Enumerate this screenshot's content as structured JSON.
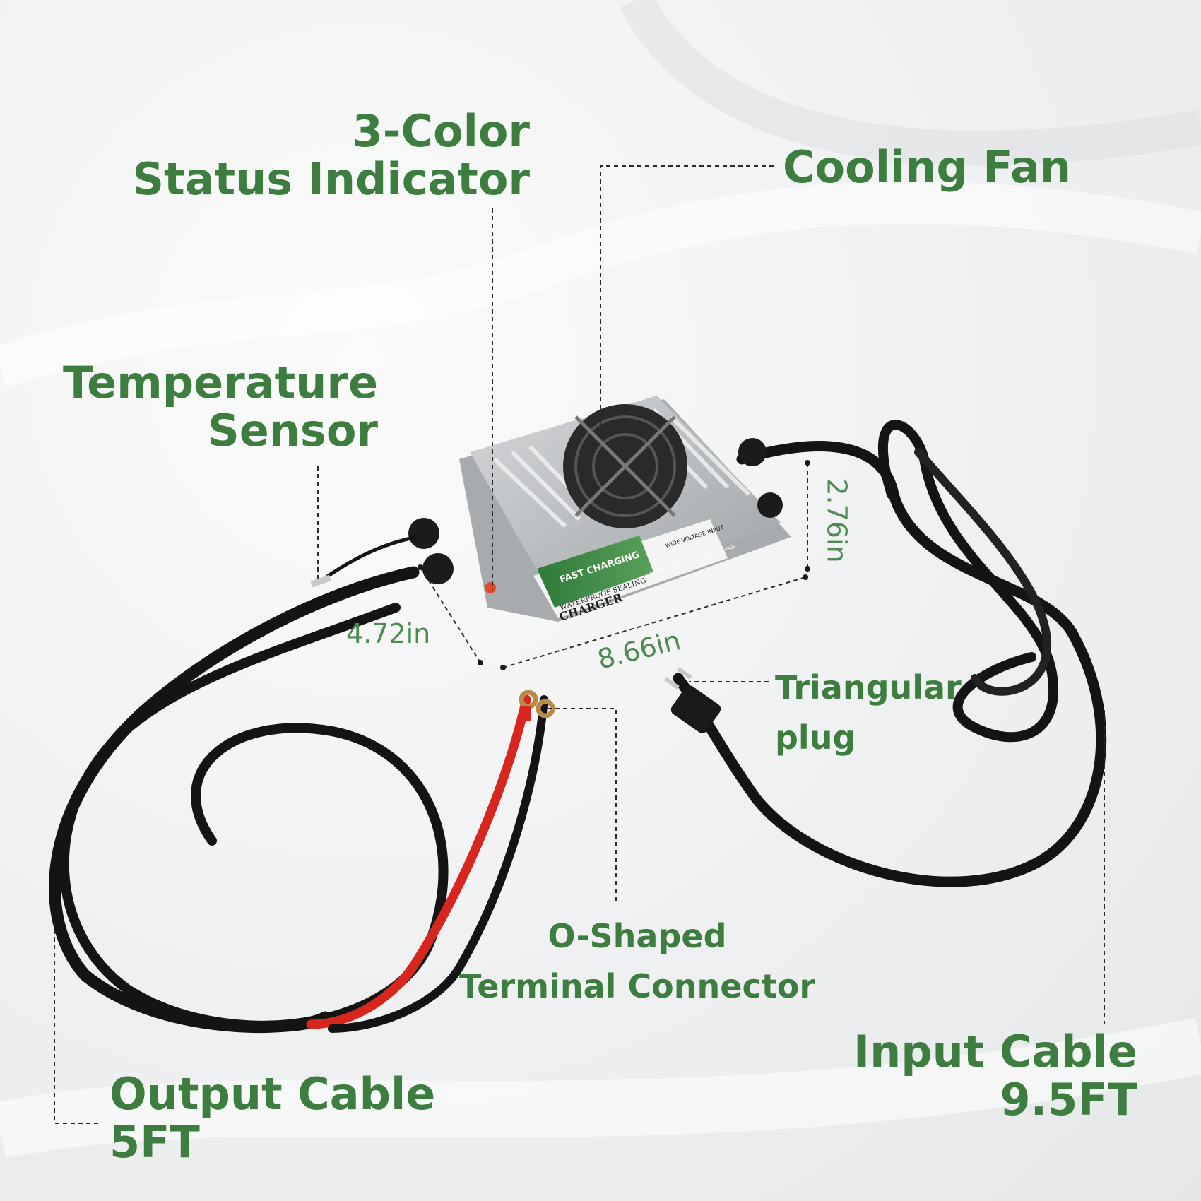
{
  "colors": {
    "label_green": "#3d7d40",
    "dim_green": "#4e8a52",
    "cable_black": "#141414",
    "cable_red": "#d6261d",
    "housing_grey": "#bfc2c4",
    "sticker_green": "#2f7a3a"
  },
  "labels": {
    "status_indicator": [
      "3-Color",
      "Status Indicator"
    ],
    "cooling_fan": "Cooling Fan",
    "temperature_sensor": [
      "Temperature",
      "Sensor"
    ],
    "triangular_plug": [
      "Triangular",
      "plug"
    ],
    "o_shaped_terminal": [
      "O-Shaped",
      "Terminal Connector"
    ],
    "input_cable": [
      "Input Cable",
      "9.5FT"
    ],
    "output_cable": [
      "Output Cable",
      "5FT"
    ]
  },
  "dimensions": {
    "height": "2.76in",
    "width": "4.72in",
    "length": "8.66in"
  },
  "charger_sticker": {
    "headline": "FAST CHARGING",
    "subline": "WATERPROOF SEALING",
    "product": "CHARGER",
    "feature_1": "WIDE VOLTAGE INPUT",
    "feature_2": "BATTERY UNDERVOLTAGE RESCUE CHARGE"
  },
  "icons": [
    "charger-unit-image",
    "cooling-fan-icon",
    "triangular-plug-icon",
    "ring-terminal-icon"
  ]
}
